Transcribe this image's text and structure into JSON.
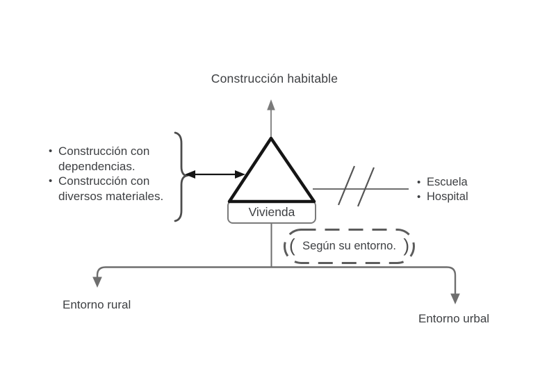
{
  "colors": {
    "background": "#ffffff",
    "text": "#3d3f42",
    "line_gray": "#6e6e6e",
    "shape_black": "#151515",
    "dashed_border": "#5c5c5c"
  },
  "bullet_char": "•",
  "diagram": {
    "top_label": "Construcción habitable",
    "center_label": "Vivienda",
    "left_note": {
      "items": [
        "Construcción con dependencias.",
        "Construcción con diversos materiales."
      ]
    },
    "right_note": {
      "items": [
        "Escuela",
        "Hospital"
      ]
    },
    "condition": {
      "open_paren": "(",
      "text": "Según su entorno.",
      "close_paren": ")"
    },
    "branch_left_label": "Entorno rural",
    "branch_right_label": "Entorno urbal"
  }
}
